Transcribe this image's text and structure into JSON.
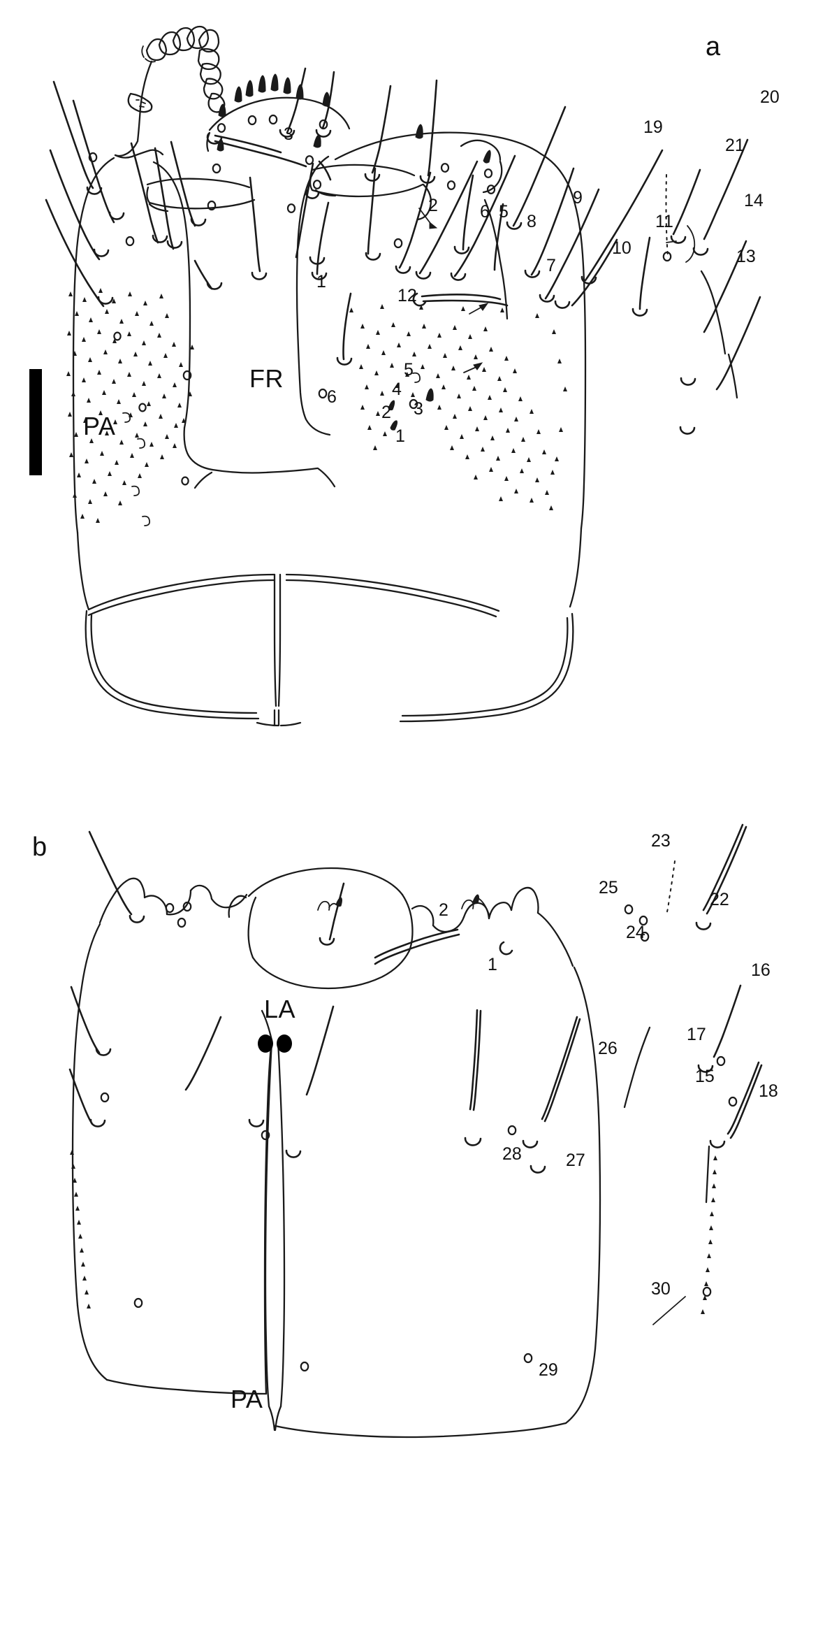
{
  "figure": {
    "type": "scientific-line-drawing",
    "subject": "insect head capsule chaetotaxy, dorsal (a) and ventral (b) views",
    "background_color": "#ffffff",
    "ink_color": "#1a1a1a",
    "panels": [
      {
        "id": "a",
        "letter": "a",
        "region_labels": [
          {
            "text": "FR",
            "meaning": "frons"
          },
          {
            "text": "PA",
            "meaning": "parietal"
          }
        ],
        "seta_labels": [
          "3",
          "19",
          "20",
          "21",
          "2",
          "6",
          "5",
          "8",
          "9",
          "14",
          "11",
          "10",
          "13",
          "7",
          "1",
          "12",
          "5",
          "4",
          "6",
          "2",
          "3",
          "1"
        ]
      },
      {
        "id": "b",
        "letter": "b",
        "region_labels": [
          {
            "text": "LA",
            "meaning": "labrum"
          },
          {
            "text": "PA",
            "meaning": "parietal"
          }
        ],
        "seta_labels": [
          "23",
          "25",
          "22",
          "24",
          "2",
          "1",
          "16",
          "17",
          "15",
          "18",
          "26",
          "27",
          "28",
          "29",
          "30"
        ]
      }
    ],
    "scale_bar": {
      "present": true,
      "orientation": "vertical",
      "caption": ""
    }
  },
  "panel_a": {
    "letter": "a",
    "labels": {
      "fr": "FR",
      "pa": "PA",
      "n3": "3",
      "n19": "19",
      "n20": "20",
      "n21": "21",
      "n2_mid": "2",
      "n6_mid": "6",
      "n5_mid": "5",
      "n8": "8",
      "n9": "9",
      "n14": "14",
      "n11": "11",
      "n10": "10",
      "n13": "13",
      "n7": "7",
      "n1_mid": "1",
      "n12": "12",
      "n5_low": "5",
      "n4_low": "4",
      "n6_low": "6",
      "n2_low": "2",
      "n3_low": "3",
      "n1_low": "1"
    }
  },
  "panel_b": {
    "letter": "b",
    "labels": {
      "la": "LA",
      "pa": "PA",
      "n23": "23",
      "n25": "25",
      "n22": "22",
      "n24": "24",
      "n2": "2",
      "n1": "1",
      "n16": "16",
      "n17": "17",
      "n15": "15",
      "n18": "18",
      "n26": "26",
      "n27": "27",
      "n28": "28",
      "n29": "29",
      "n30": "30"
    }
  }
}
